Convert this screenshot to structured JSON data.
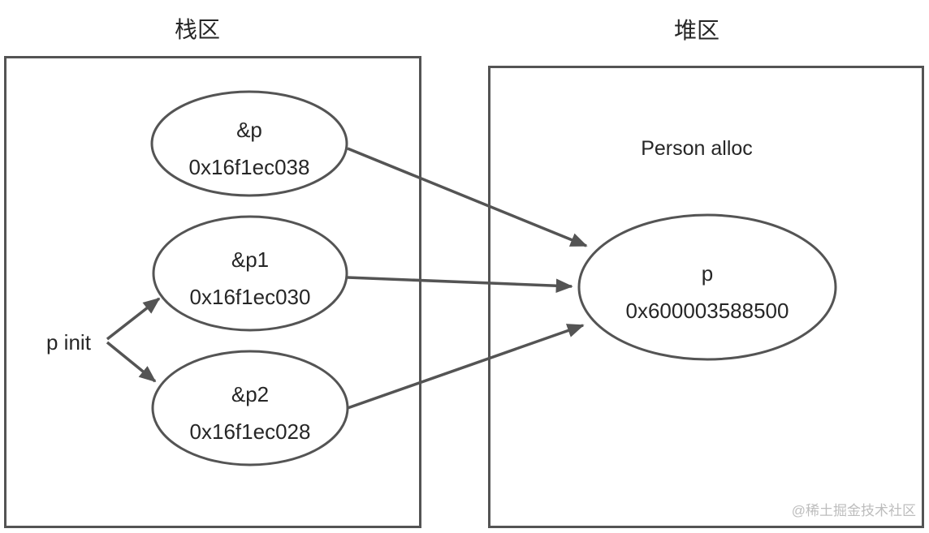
{
  "titles": {
    "stack": "栈区",
    "heap": "堆区"
  },
  "stack": {
    "init_label": "p init",
    "nodes": [
      {
        "label": "&p",
        "address": "0x16f1ec038"
      },
      {
        "label": "&p1",
        "address": "0x16f1ec030"
      },
      {
        "label": "&p2",
        "address": "0x16f1ec028"
      }
    ]
  },
  "heap": {
    "caption": "Person alloc",
    "node": {
      "label": "p",
      "address": "0x600003588500"
    }
  },
  "watermark": "@稀土掘金技术社区",
  "colors": {
    "stroke": "#545454",
    "text": "#262626",
    "watermark": "#bdbdbd",
    "background": "#ffffff"
  }
}
